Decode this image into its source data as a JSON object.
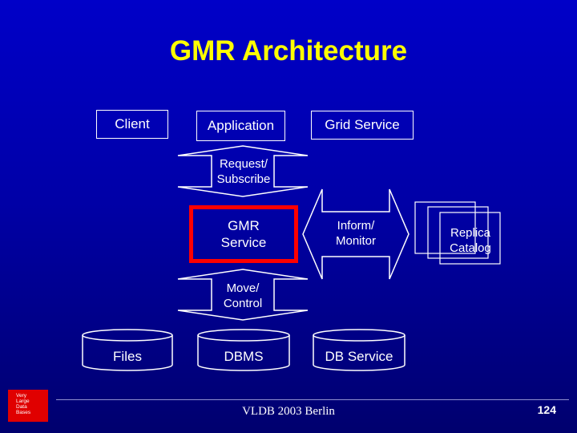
{
  "slide": {
    "title": "GMR Architecture",
    "footer": "VLDB 2003 Berlin",
    "page_number": "124",
    "logo_lines": [
      "Very",
      "Large",
      "Data",
      "Bases"
    ]
  },
  "diagram": {
    "top_boxes": {
      "client": "Client",
      "application": "Application",
      "grid_service": "Grid Service"
    },
    "arrows": {
      "request_subscribe": [
        "Request/",
        "Subscribe"
      ],
      "inform_monitor": [
        "Inform/",
        "Monitor"
      ],
      "move_control": [
        "Move/",
        "Control"
      ]
    },
    "gmr_service": [
      "GMR",
      "Service"
    ],
    "replica_catalog": [
      "Replica",
      "Catalog"
    ],
    "cylinders": {
      "files": "Files",
      "dbms": "DBMS",
      "db_service": "DB Service"
    }
  },
  "colors": {
    "title": "#ffff00",
    "highlight": "#ff0000",
    "text": "#ffffff",
    "background": "#0000b0"
  }
}
